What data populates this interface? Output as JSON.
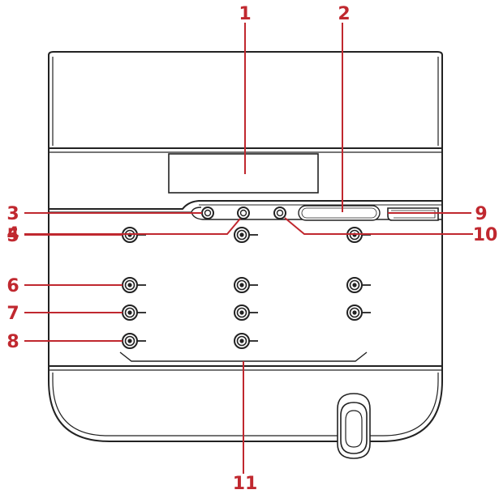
{
  "callouts": {
    "c1": "1",
    "c2": "2",
    "c3": "3",
    "c4": "4",
    "c5": "5",
    "c6": "6",
    "c7": "7",
    "c8": "8",
    "c9": "9",
    "c10": "10",
    "c11": "11"
  },
  "colors": {
    "callout": "#c0282f",
    "outline": "#222222",
    "device_fill": "#ffffff"
  }
}
